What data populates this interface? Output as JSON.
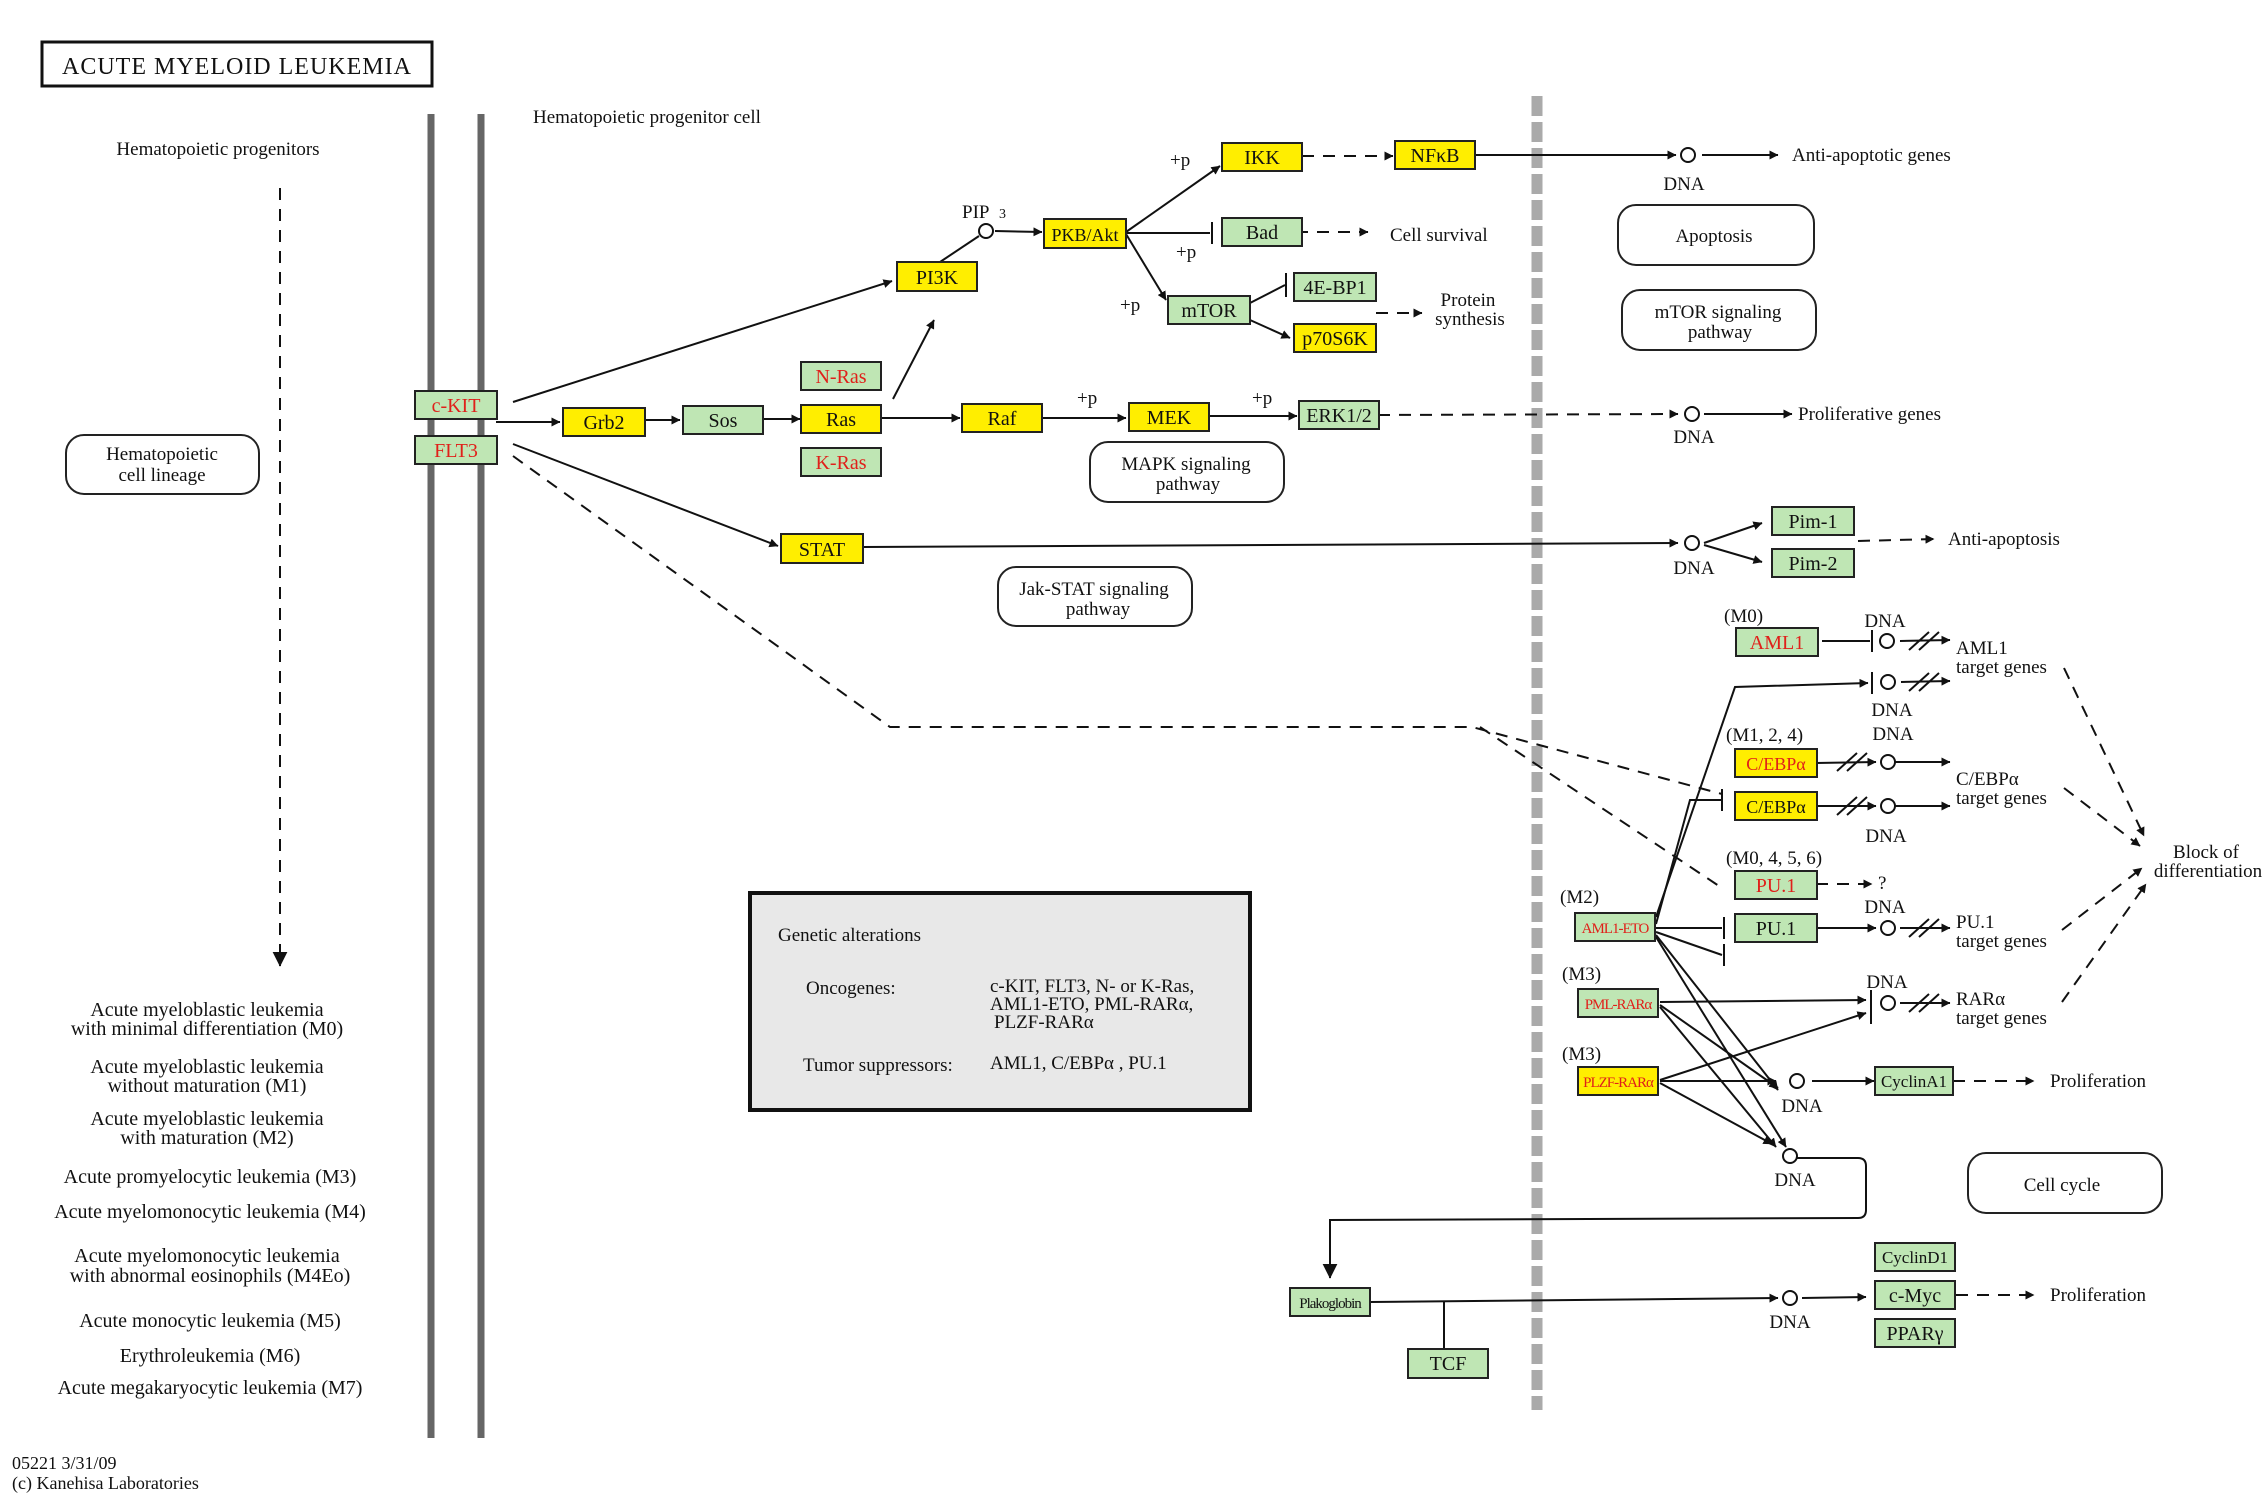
{
  "title": "ACUTE MYELOID LEUKEMIA",
  "labels": {
    "hematopoietic_progenitors": "Hematopoietic progenitors",
    "hematopoietic_progenitor_cell": "Hematopoietic progenitor cell",
    "footer_id": "05221 3/31/09",
    "footer_copyright": "(c) Kanehisa Laboratories"
  },
  "pathway_links": {
    "hematopoietic_lineage": [
      "Hematopoietic",
      "cell lineage"
    ],
    "apoptosis": [
      "Apoptosis"
    ],
    "mtor_signaling": [
      "mTOR signaling",
      "pathway"
    ],
    "mapk_signaling": [
      "MAPK signaling",
      "pathway"
    ],
    "jak_stat_signaling": [
      "Jak-STAT signaling",
      "pathway"
    ],
    "cell_cycle": [
      "Cell cycle"
    ]
  },
  "subtypes": [
    [
      "Acute myeloblastic leukemia",
      "with minimal differentiation (M0)"
    ],
    [
      "Acute myeloblastic leukemia",
      "without maturation (M1)"
    ],
    [
      "Acute myeloblastic leukemia",
      "with maturation (M2)"
    ],
    [
      "Acute promyelocytic leukemia (M3)"
    ],
    [
      "Acute myelomonocytic leukemia (M4)"
    ],
    [
      "Acute myelomonocytic leukemia",
      "with abnormal eosinophils (M4Eo)"
    ],
    [
      "Acute monocytic leukemia (M5)"
    ],
    [
      "Erythroleukemia (M6)"
    ],
    [
      "Acute megakaryocytic leukemia (M7)"
    ]
  ],
  "genes": {
    "ckit": "c-KIT",
    "flt3": "FLT3",
    "grb2": "Grb2",
    "sos": "Sos",
    "nras": "N-Ras",
    "ras": "Ras",
    "kras": "K-Ras",
    "raf": "Raf",
    "mek": "MEK",
    "erk": "ERK1/2",
    "pi3k": "PI3K",
    "pkb": "PKB/Akt",
    "ikk": "IKK",
    "nfkb": "NFκB",
    "bad": "Bad",
    "mtor": "mTOR",
    "ebp1": "4E-BP1",
    "p70s6k": "p70S6K",
    "stat": "STAT",
    "pim1": "Pim-1",
    "pim2": "Pim-2",
    "aml1": "AML1",
    "cebpa1": "C/EBPα",
    "cebpa2": "C/EBPα",
    "pu1a": "PU.1",
    "pu1b": "PU.1",
    "aml1eto": "AML1-ETO",
    "pmlrara": "PML-RARα",
    "plzfrara": "PLZF-RARα",
    "cyclina1": "CyclinA1",
    "plakoglobin": "Plakoglobin",
    "tcf": "TCF",
    "cyclind1": "CyclinD1",
    "cmyc": "c-Myc",
    "ppary": "PPARγ"
  },
  "gene_colors": {
    "fill_green": "#bfe6b4",
    "fill_yellow": "#ffee00",
    "text_red": "#e0201a"
  },
  "annotations": {
    "pip3": "PIP",
    "pip3_sub": "3",
    "plus_p": "+p",
    "question": "?",
    "dna": "DNA",
    "m0": "(M0)",
    "m124": "(M1, 2, 4)",
    "m0456": "(M0, 4, 5, 6)",
    "m2": "(M2)",
    "m3a": "(M3)",
    "m3b": "(M3)"
  },
  "outcomes": {
    "anti_apoptotic": "Anti-apoptotic genes",
    "cell_survival": "Cell survival",
    "protein_synthesis": [
      "Protein",
      "synthesis"
    ],
    "proliferative": "Proliferative genes",
    "anti_apoptosis": "Anti-apoptosis",
    "aml1_targets": [
      "AML1",
      "target genes"
    ],
    "cebpa_targets": [
      "C/EBPα",
      "target genes"
    ],
    "pu1_targets": [
      "PU.1",
      "target genes"
    ],
    "rara_targets": [
      "RARα",
      "target genes"
    ],
    "block_diff": [
      "Block of",
      "differentiation"
    ],
    "proliferation1": "Proliferation",
    "proliferation2": "Proliferation"
  },
  "legend": {
    "title": "Genetic alterations",
    "oncogenes_label": "Oncogenes:",
    "oncogenes": [
      "c-KIT, FLT3, N- or K-Ras,",
      "AML1-ETO, PML-RARα,",
      "PLZF-RARα"
    ],
    "suppressors_label": "Tumor suppressors:",
    "suppressors": "AML1, C/EBPα , PU.1"
  }
}
